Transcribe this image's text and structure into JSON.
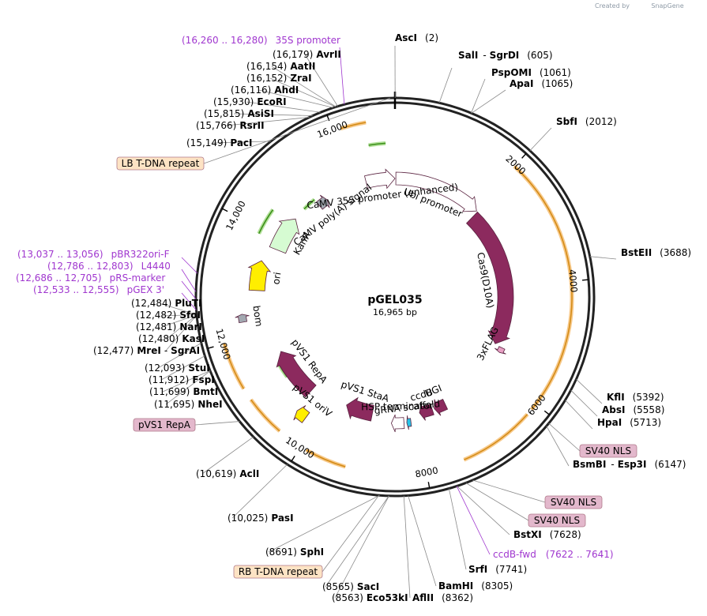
{
  "header": {
    "credit": "Created by",
    "brand": "SnapGene"
  },
  "plasmid": {
    "name": "pGEL035",
    "length_label": "16,965 bp",
    "length": 16965
  },
  "ticks": [
    {
      "label": "2000",
      "pos": 2000
    },
    {
      "label": "4000",
      "pos": 4000
    },
    {
      "label": "6000",
      "pos": 6000
    },
    {
      "label": "8000",
      "pos": 8000
    },
    {
      "label": "10,000",
      "pos": 10000
    },
    {
      "label": "12,000",
      "pos": 12000
    },
    {
      "label": "14,000",
      "pos": 14000
    },
    {
      "label": "16,000",
      "pos": 16000
    }
  ],
  "features": [
    {
      "name": "Cas9(D10A)",
      "color": "#8c2a5e",
      "start": 2080,
      "end": 5420
    },
    {
      "name": "3xFLAG",
      "color": "#e8a0c4",
      "start": 5440,
      "end": 5560
    },
    {
      "name": "UGI",
      "color": "#8c2a5e",
      "start": 7300,
      "end": 7570
    },
    {
      "name": "ccdB",
      "color": "#8c2a5e",
      "start": 7620,
      "end": 7920
    },
    {
      "name": "gRNA scaffold",
      "color": "#27c3e8",
      "start": 8140,
      "end": 8230
    },
    {
      "name": "HSP terminator",
      "color": "#ffffff",
      "start": 8290,
      "end": 8560
    },
    {
      "name": "pVS1 StaA",
      "color": "#8c2a5e",
      "start": 9000,
      "end": 9620
    },
    {
      "name": "pVS1 oriV",
      "color": "#ffee00",
      "start": 10200,
      "end": 10400
    },
    {
      "name": "pVS1 RepA",
      "color": "#8c2a5e",
      "start": 10450,
      "end": 11520
    },
    {
      "name": "bom",
      "color": "#a2a8b0",
      "start": 12280,
      "end": 12420
    },
    {
      "name": "ori",
      "color": "#ffee00",
      "start": 12850,
      "end": 13440
    },
    {
      "name": "KanR",
      "color": "#d6fbd2",
      "start": 13750,
      "end": 14520
    },
    {
      "name": "CaMV poly(A) signal",
      "color": "#a2a8b0",
      "start": 15100,
      "end": 15320
    },
    {
      "name": "CaMV 35S promoter (enhanced)",
      "color": "#ffffff",
      "start": 16300,
      "end": 16965
    },
    {
      "name": "Ubi promoter",
      "color": "#ffffff",
      "start": 20,
      "end": 2050
    }
  ],
  "sites": [
    {
      "name": "AscI",
      "pos": "(2)"
    },
    {
      "name": "SalI",
      "extra": "SgrDI",
      "pos": "(605)"
    },
    {
      "name": "PspOMI",
      "pos": "(1061)"
    },
    {
      "name": "ApaI",
      "pos": "(1065)"
    },
    {
      "name": "SbfI",
      "pos": "(2012)"
    },
    {
      "name": "BstEII",
      "pos": "(3688)"
    },
    {
      "name": "KflI",
      "pos": "(5392)"
    },
    {
      "name": "AbsI",
      "pos": "(5558)"
    },
    {
      "name": "HpaI",
      "pos": "(5713)"
    },
    {
      "name": "BsmBI",
      "extra": "Esp3I",
      "pos": "(6147)"
    },
    {
      "name": "BstXI",
      "pos": "(7628)"
    },
    {
      "name": "SrfI",
      "pos": "(7741)"
    },
    {
      "name": "BamHI",
      "pos": "(8305)"
    },
    {
      "name": "AflII",
      "pos": "(8362)"
    },
    {
      "name": "SacI",
      "pos": "(8565)"
    },
    {
      "name": "Eco53kI",
      "pos": "(8563)"
    },
    {
      "name": "SphI",
      "pos": "(8691)"
    },
    {
      "name": "PasI",
      "pos": "(10,025)"
    },
    {
      "name": "AclI",
      "pos": "(10,619)"
    },
    {
      "name": "NheI",
      "pos": "(11,695)"
    },
    {
      "name": "BmtI",
      "pos": "(11,699)"
    },
    {
      "name": "FspI",
      "pos": "(11,912)"
    },
    {
      "name": "StuI",
      "pos": "(12,093)"
    },
    {
      "name": "MreI",
      "extra": "SgrAI",
      "pos": "(12,477)"
    },
    {
      "name": "KasI",
      "pos": "(12,480)"
    },
    {
      "name": "NarI",
      "pos": "(12,481)"
    },
    {
      "name": "SfoI",
      "pos": "(12,482)"
    },
    {
      "name": "PluTI",
      "pos": "(12,484)"
    },
    {
      "name": "PacI",
      "pos": "(15,149)"
    },
    {
      "name": "RsrII",
      "pos": "(15,766)"
    },
    {
      "name": "AsiSI",
      "pos": "(15,815)"
    },
    {
      "name": "EcoRI",
      "pos": "(15,930)"
    },
    {
      "name": "AhdI",
      "pos": "(16,116)"
    },
    {
      "name": "ZraI",
      "pos": "(16,152)"
    },
    {
      "name": "AatII",
      "pos": "(16,154)"
    },
    {
      "name": "AvrII",
      "pos": "(16,179)"
    }
  ],
  "primers": [
    {
      "name": "35S promoter",
      "range": "(16,260 .. 16,280)"
    },
    {
      "name": "pBR322ori-F",
      "range": "(13,037 .. 13,056)"
    },
    {
      "name": "L4440",
      "range": "(12,786 .. 12,803)"
    },
    {
      "name": "pRS-marker",
      "range": "(12,686 .. 12,705)"
    },
    {
      "name": "pGEX 3'",
      "range": "(12,533 .. 12,555)"
    },
    {
      "name": "ccdB-fwd",
      "range": "(7622 .. 7641)"
    }
  ],
  "boxes": [
    {
      "label": "LB T-DNA repeat",
      "fill": "#fde3c4"
    },
    {
      "label": "pVS1 RepA",
      "fill": "#e3b8cc"
    },
    {
      "label": "RB T-DNA repeat",
      "fill": "#fde3c4"
    },
    {
      "label": "SV40 NLS",
      "fill": "#e3b8cc"
    },
    {
      "label": "SV40 NLS",
      "fill": "#e3b8cc"
    },
    {
      "label": "SV40 NLS",
      "fill": "#e3b8cc"
    }
  ]
}
